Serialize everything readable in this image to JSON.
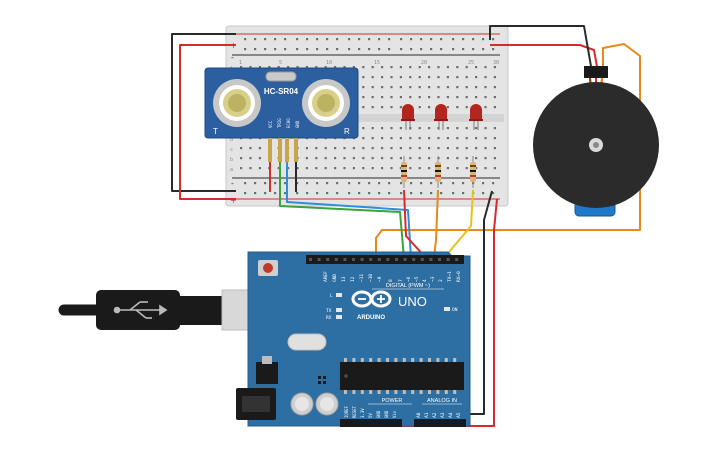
{
  "sensor": {
    "model": "HC-SR04",
    "left_mark": "T",
    "right_mark": "R",
    "pins": [
      "VCC",
      "TRIG",
      "ECHO",
      "GND"
    ]
  },
  "breadboard": {
    "rail_plus": "+",
    "rail_minus": "-",
    "row_letters_top": [
      "j",
      "i",
      "h",
      "g",
      "f"
    ],
    "row_letters_bottom": [
      "e",
      "d",
      "c",
      "b",
      "a"
    ],
    "column_numbers": [
      "1",
      "5",
      "10",
      "15",
      "20",
      "25",
      "30"
    ]
  },
  "arduino": {
    "board_name": "UNO",
    "brand": "ARDUINO",
    "digital_header_label": "DIGITAL (PWM ~)",
    "digital_pins": [
      "AREF",
      "GND",
      "13",
      "12",
      "~11",
      "~10",
      "~9",
      "8",
      "7",
      "~6",
      "~5",
      "4",
      "~3",
      "2",
      "TX→1",
      "RX←0"
    ],
    "led_labels": [
      "L",
      "TX",
      "RX"
    ],
    "on_label": "ON",
    "power_label": "POWER",
    "power_pins": [
      "IOREF",
      "RESET",
      "3.3V",
      "5V",
      "GND",
      "GND",
      "Vin"
    ],
    "analog_label": "ANALOG IN",
    "analog_pins": [
      "A0",
      "A1",
      "A2",
      "A3",
      "A4",
      "A5"
    ]
  },
  "colors": {
    "board_blue": "#2d6fa3",
    "wire_red": "#d62b2b",
    "wire_black": "#2a2a2a",
    "wire_green": "#3aa33a",
    "wire_blue": "#2f8fd6",
    "wire_orange": "#e8891a",
    "wire_yellow": "#e6c21a",
    "led_red": "#b3261e",
    "servo_blue": "#1f78c8"
  },
  "icons": [
    "usb-cable-icon",
    "arduino-infinity-logo-icon",
    "servo-motor-icon",
    "led-icon",
    "resistor-icon"
  ]
}
